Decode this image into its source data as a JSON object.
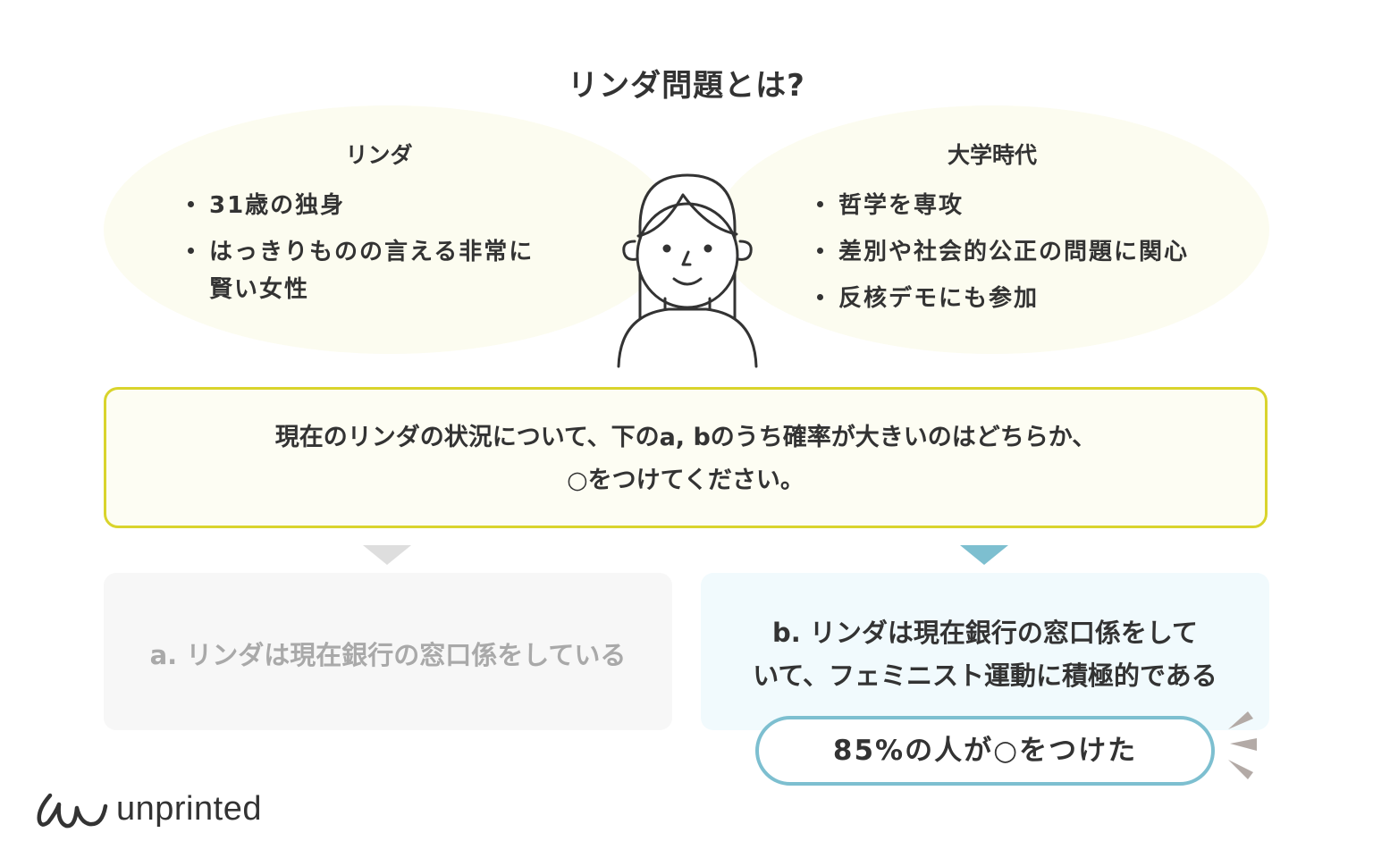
{
  "title": "リンダ問題とは?",
  "profile": {
    "heading": "リンダ",
    "items": [
      "31歳の独身",
      "はっきりものの言える非常に",
      "賢い女性"
    ]
  },
  "college": {
    "heading": "大学時代",
    "items": [
      "哲学を専攻",
      "差別や社会的公正の問題に関心",
      "反核デモにも参加"
    ]
  },
  "question": {
    "line1": "現在のリンダの状況について、下のa, bのうち確率が大きいのはどちらか、",
    "line2": "○をつけてください。"
  },
  "option_a": {
    "text": "a. リンダは現在銀行の窓口係をしている"
  },
  "option_b": {
    "line1": "b. リンダは現在銀行の窓口係をして",
    "line2": "いて、フェミニスト運動に積極的である"
  },
  "result": {
    "text": "85%の人が○をつけた",
    "percent": 85
  },
  "logo": {
    "text": "unprinted"
  },
  "icons": [
    "woman-portrait-icon",
    "burst-lines-icon",
    "unprinted-logo-mark-icon"
  ],
  "colors": {
    "highlight_border": "#d9d42c",
    "accent_blue": "#7dbfd0",
    "blob_fill": "#fcfcf0",
    "muted_text": "#a9a9a9"
  }
}
